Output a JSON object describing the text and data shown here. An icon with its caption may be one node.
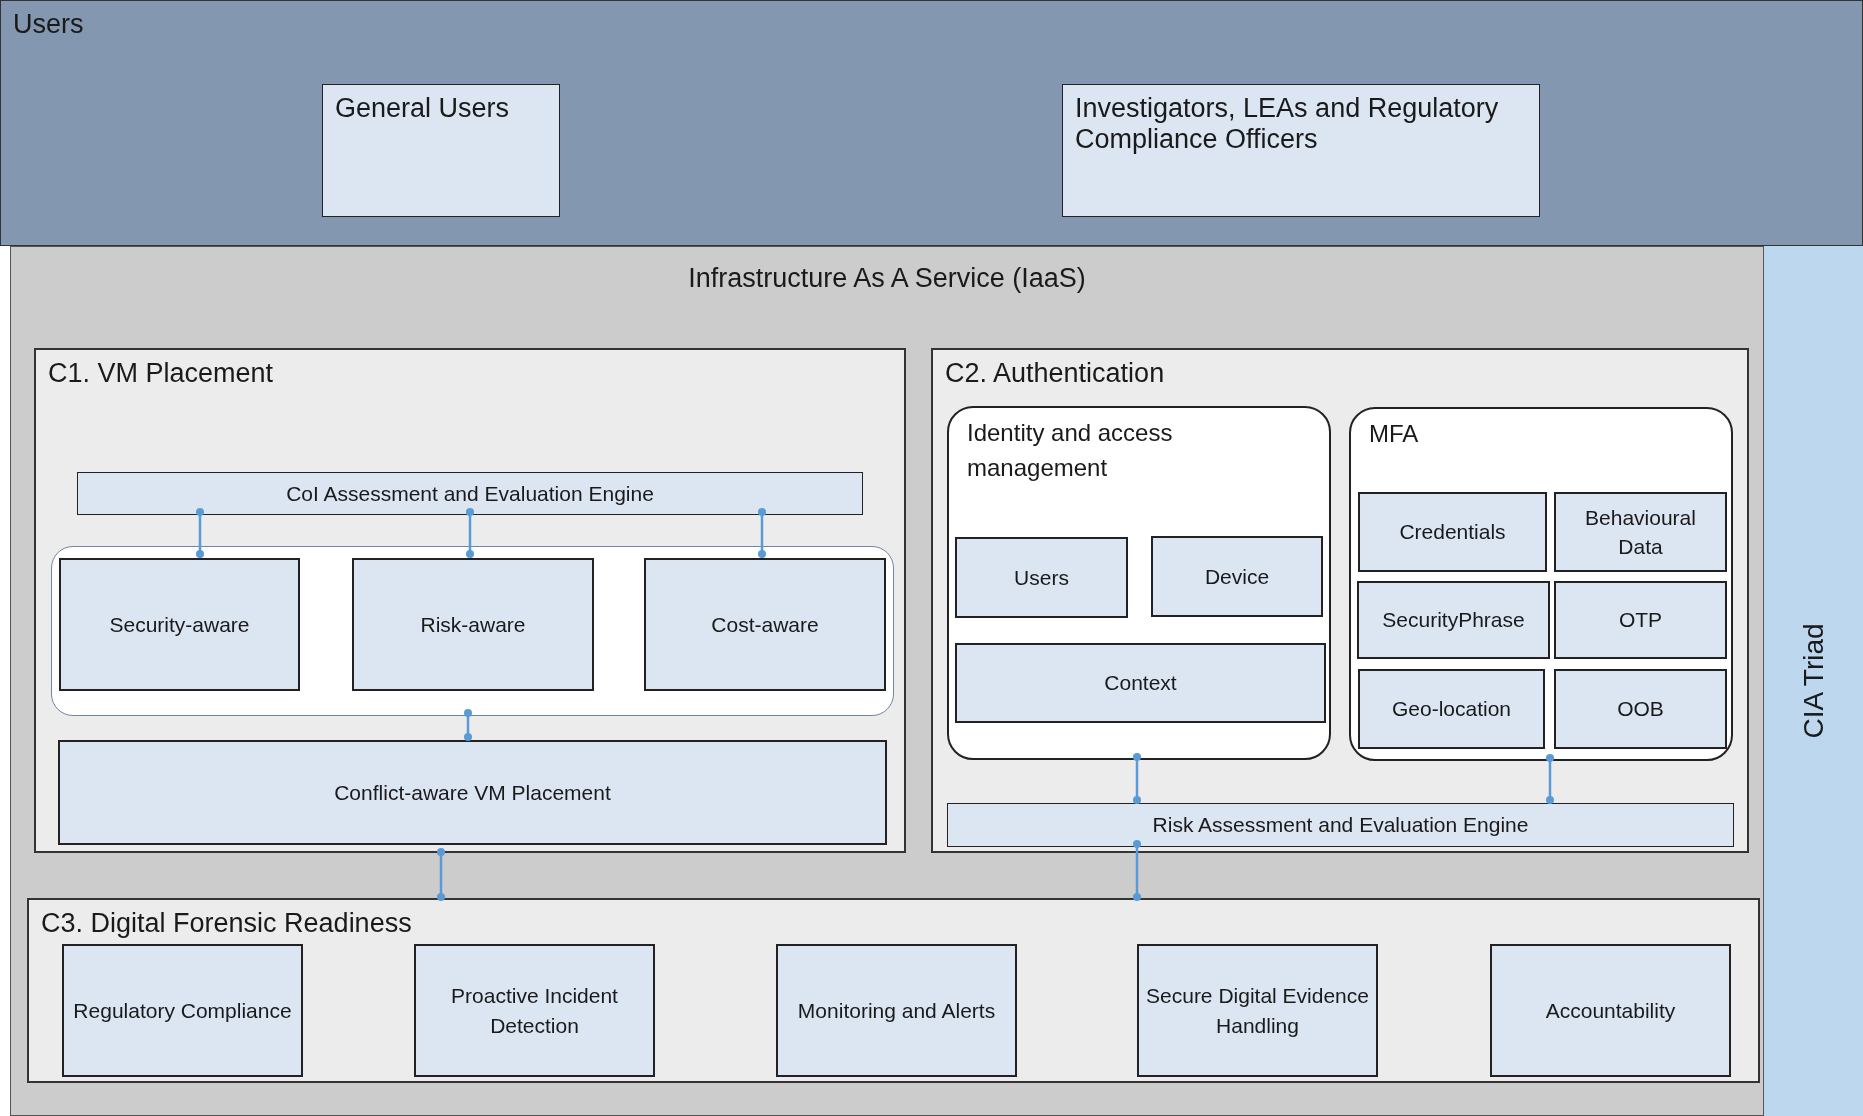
{
  "diagram": {
    "nodes": [
      {
        "text": [
          "Users"
        ]
      },
      {
        "text": [
          "General Users"
        ],
        "in": 0
      },
      {
        "text": [
          "Investigators, LEAs and Regulatory Compliance Officers"
        ],
        "in": 0
      },
      {
        "text": [
          "Infrastructure As A Service (IaaS)"
        ]
      },
      {
        "text": [
          "CIA Triad"
        ]
      },
      {
        "text": [
          "C1. VM Placement"
        ],
        "in": 3
      },
      {
        "text": [
          "CoI Assessment and Evaluation Engine"
        ],
        "in": 5
      },
      {
        "text": [],
        "shape": "box",
        "in": 5
      },
      {
        "text": [
          "Security-aware"
        ],
        "in": 7
      },
      {
        "text": [
          "Risk-aware"
        ],
        "in": 7
      },
      {
        "text": [
          "Cost-aware"
        ],
        "in": 7
      },
      {
        "text": [
          "Conflict-aware VM Placement"
        ],
        "in": 5
      },
      {
        "text": [
          "C2. Authentication"
        ],
        "in": 3
      },
      {
        "text": [
          "Identity and access management"
        ],
        "in": 12
      },
      {
        "text": [
          "Users"
        ],
        "in": 13
      },
      {
        "text": [
          "Device"
        ],
        "in": 13
      },
      {
        "text": [
          "Context"
        ],
        "in": 13
      },
      {
        "text": [
          "MFA"
        ],
        "in": 12
      },
      {
        "text": [
          "Credentials"
        ],
        "in": 17
      },
      {
        "text": [
          "Behavioural Data"
        ],
        "in": 17
      },
      {
        "text": [
          "SecurityPhrase"
        ],
        "in": 17
      },
      {
        "text": [
          "OTP"
        ],
        "in": 17
      },
      {
        "text": [
          "Geo-location"
        ],
        "in": 17
      },
      {
        "text": [
          "OOB"
        ],
        "in": 17
      },
      {
        "text": [
          "Risk Assessment and Evaluation Engine"
        ],
        "in": 12
      },
      {
        "text": [
          "C3. Digital Forensic Readiness"
        ],
        "in": 3
      },
      {
        "text": [
          "Regulatory Compliance"
        ],
        "in": 25
      },
      {
        "text": [
          "Proactive Incident Detection"
        ],
        "in": 25
      },
      {
        "text": [
          "Monitoring and Alerts"
        ],
        "in": 25
      },
      {
        "text": [
          "Secure Digital Evidence Handling"
        ],
        "in": 25
      },
      {
        "text": [
          "Accountability"
        ],
        "in": 25
      }
    ],
    "edges": [
      {
        "from": 6,
        "to": 8,
        "arrow": "other"
      },
      {
        "from": 6,
        "to": 9,
        "arrow": "other"
      },
      {
        "from": 6,
        "to": 10,
        "arrow": "other"
      },
      {
        "from": 7,
        "to": 11,
        "arrow": "other"
      },
      {
        "from": 5,
        "to": 25,
        "arrow": "other"
      },
      {
        "from": 13,
        "to": 24,
        "arrow": "other"
      },
      {
        "from": 17,
        "to": 24,
        "arrow": "other"
      },
      {
        "from": 24,
        "to": 25,
        "arrow": "other"
      }
    ]
  }
}
